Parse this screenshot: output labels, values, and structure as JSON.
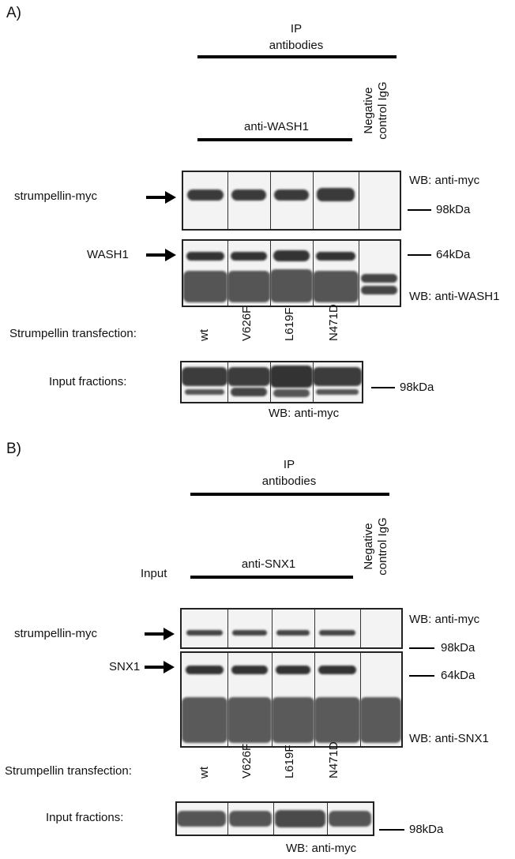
{
  "panelA": {
    "label": "A)",
    "ip_line1": "IP",
    "ip_line2": "antibodies",
    "antibody": "anti-WASH1",
    "neg_control": "Negative\ncontrol IgG",
    "wb1_label": "strumpellin-myc",
    "wb1_right": "WB: anti-myc",
    "wb1_marker": "98kDa",
    "wb2_label": "WASH1",
    "wb2_marker": "64kDa",
    "wb2_right": "WB: anti-WASH1",
    "transfection_label": "Strumpellin transfection:",
    "lanes": [
      "wt",
      "V626F",
      "L619F",
      "N471D"
    ],
    "input_label": "Input fractions:",
    "input_marker": "98kDa",
    "input_wb": "WB: anti-myc"
  },
  "panelB": {
    "label": "B)",
    "ip_line1": "IP",
    "ip_line2": "antibodies",
    "input_col": "Input",
    "antibody": "anti-SNX1",
    "neg_control": "Negative\ncontrol IgG",
    "wb1_label": "strumpellin-myc",
    "wb1_right": "WB: anti-myc",
    "wb1_marker": "98kDa",
    "wb2_label": "SNX1",
    "wb2_marker": "64kDa",
    "wb2_right": "WB: anti-SNX1",
    "transfection_label": "Strumpellin transfection:",
    "lanes": [
      "wt",
      "V626F",
      "L619F",
      "N471D"
    ],
    "input_label": "Input fractions:",
    "input_marker": "98kDa",
    "input_wb": "WB: anti-myc"
  }
}
